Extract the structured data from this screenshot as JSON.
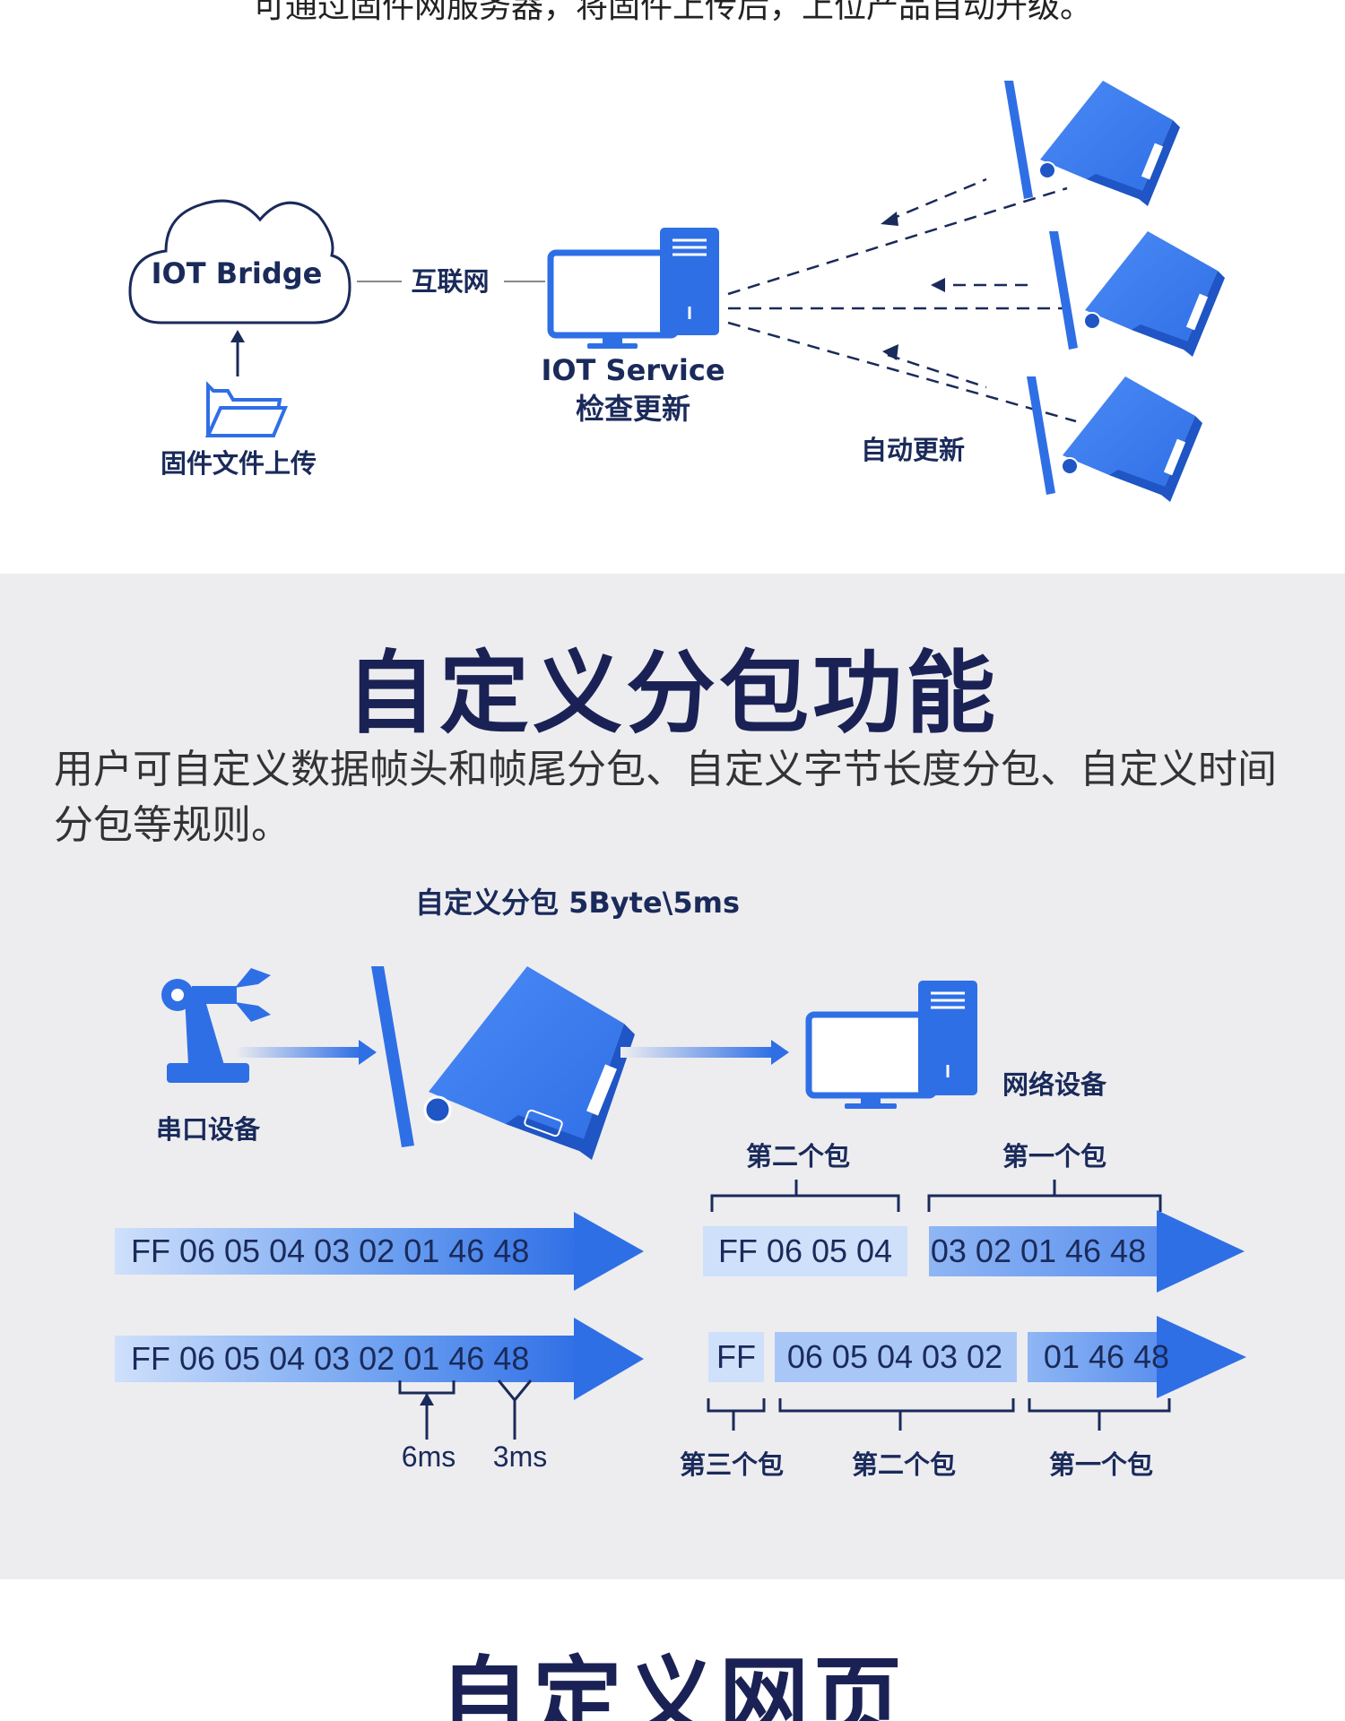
{
  "top": {
    "caption": "可通过固件网服务器，将固件上传后，上位产品自动升级。",
    "cloud_label": "IOT Bridge",
    "internet_label": "互联网",
    "service_label": "IOT Service",
    "check_update_label": "检查更新",
    "upload_label": "固件文件上传",
    "auto_update_label": "自动更新"
  },
  "middle": {
    "title": "自定义分包功能",
    "description": "用户可自定义数据帧头和帧尾分包、自定义字节长度分包、自定义时间分包等规则。",
    "diagram_title": "自定义分包 5Byte\\5ms",
    "serial_device_label": "串口设备",
    "network_device_label": "网络设备",
    "seq_row1": "FF 06 05 04 03 02 01 46 48",
    "seq_row2": "FF 06 05 04 03 02 01 46 48",
    "row1_packets": [
      {
        "label": "第二个包",
        "bytes": "FF 06 05 04"
      },
      {
        "label": "第一个包",
        "bytes": "03 02 01 46 48"
      }
    ],
    "row2_packets": [
      {
        "label": "第三个包",
        "bytes": "FF"
      },
      {
        "label": "第二个包",
        "bytes": "06 05 04 03 02"
      },
      {
        "label": "第一个包",
        "bytes": "01 46 48"
      }
    ],
    "timing_6": "6ms",
    "timing_3": "3ms"
  },
  "bottom": {
    "title": "自定义网页"
  },
  "colors": {
    "primary_blue": "#2f6fe6",
    "dark_navy": "#1a2255",
    "light_blue": "#cfe0fb",
    "panel_gray": "#ededf0"
  }
}
